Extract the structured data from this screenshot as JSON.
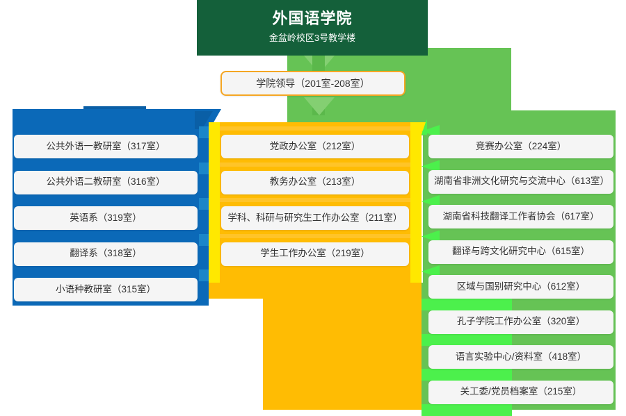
{
  "header": {
    "title": "外国语学院",
    "subtitle": "金盆岭校区3号教学楼"
  },
  "leadership": {
    "label": "学院领导（201室-208室）"
  },
  "colors": {
    "header_green": "#14603a",
    "panel_green": "#66c355",
    "bright_green": "#4cf04c",
    "blue": "#0b69b8",
    "orange": "#ffbc03",
    "yellow": "#ffe800",
    "card_bg": "#f5f5f5",
    "leader_border": "#f5a623",
    "text": "#333333"
  },
  "columns": {
    "left": {
      "name": "teaching-departments",
      "accent": "#0b69b8",
      "items": [
        {
          "label": "公共外语一教研室（317室）"
        },
        {
          "label": "公共外语二教研室（316室）"
        },
        {
          "label": "英语系（319室）"
        },
        {
          "label": "翻译系（318室）"
        },
        {
          "label": "小语种教研室（315室）"
        }
      ]
    },
    "middle": {
      "name": "administrative-offices",
      "accent": "#ffbc03",
      "items": [
        {
          "label": "党政办公室（212室）"
        },
        {
          "label": "教务办公室（213室）"
        },
        {
          "label": "学科、科研与研究生工作办公室（211室）"
        },
        {
          "label": "学生工作办公室（219室）"
        }
      ]
    },
    "right": {
      "name": "research-centers",
      "accent": "#66c355",
      "items": [
        {
          "label": "竞赛办公室（224室）"
        },
        {
          "label": "湖南省非洲文化研究与交流中心（613室）"
        },
        {
          "label": "湖南省科技翻译工作者协会（617室）"
        },
        {
          "label": "翻译与跨文化研究中心（615室）"
        },
        {
          "label": "区域与国别研究中心（612室）"
        },
        {
          "label": "孔子学院工作办公室（320室）"
        },
        {
          "label": "语言实验中心/资料室（418室）"
        },
        {
          "label": "关工委/党员档案室（215室）"
        }
      ]
    }
  }
}
